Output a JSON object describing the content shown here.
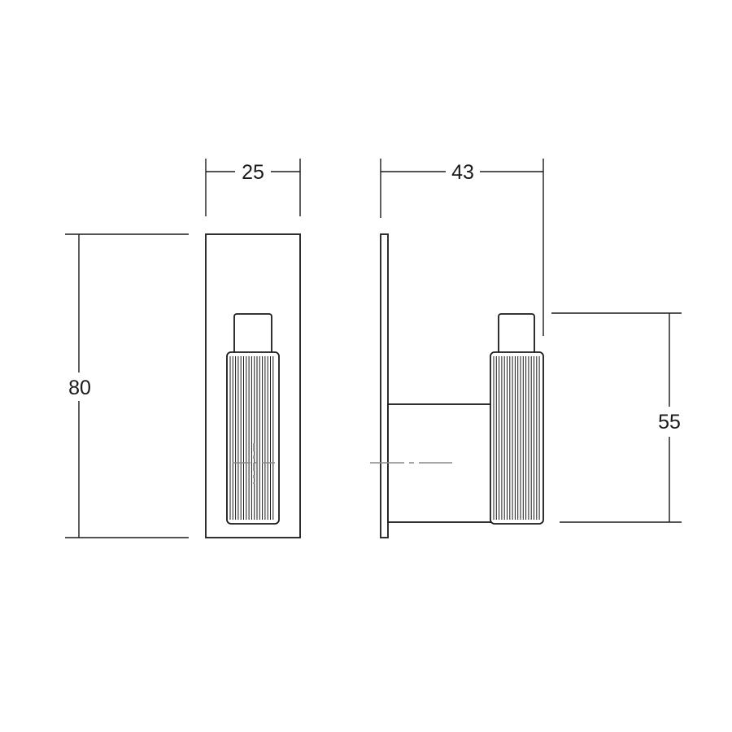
{
  "dimensions": {
    "front_width": "25",
    "side_depth": "43",
    "front_height": "80",
    "side_height": "55"
  },
  "colors": {
    "line": "#1a1a1a",
    "centerline": "#8a8a8a",
    "background": "#ffffff"
  }
}
